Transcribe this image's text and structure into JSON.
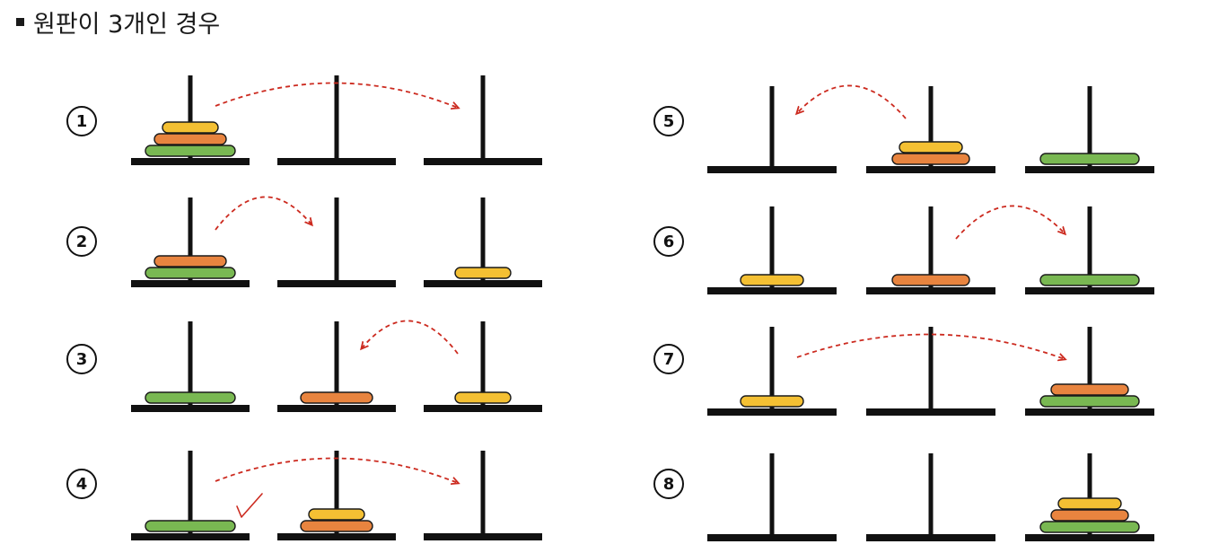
{
  "title": "원판이 3개인 경우",
  "colors": {
    "pole": "#111111",
    "arrow": "#cc2a1f",
    "check": "#cc2a1f",
    "disk_small": "#f4c033",
    "disk_medium": "#e8843f",
    "disk_large": "#79b852",
    "disk_stroke": "#1a1a1a"
  },
  "steps": [
    {
      "label": "1",
      "pegs": [
        [
          "large",
          "medium",
          "small"
        ],
        [],
        []
      ],
      "arrow_from": 0,
      "arrow_to": 2,
      "check": false
    },
    {
      "label": "2",
      "pegs": [
        [
          "large",
          "medium"
        ],
        [],
        [
          "small"
        ]
      ],
      "arrow_from": 0,
      "arrow_to": 1,
      "check": false
    },
    {
      "label": "3",
      "pegs": [
        [
          "large"
        ],
        [
          "medium"
        ],
        [
          "small"
        ]
      ],
      "arrow_from": 2,
      "arrow_to": 1,
      "check": false
    },
    {
      "label": "4",
      "pegs": [
        [
          "large"
        ],
        [
          "medium",
          "small"
        ],
        []
      ],
      "arrow_from": 0,
      "arrow_to": 2,
      "check": true
    },
    {
      "label": "5",
      "pegs": [
        [],
        [
          "medium",
          "small"
        ],
        [
          "large"
        ]
      ],
      "arrow_from": 1,
      "arrow_to": 0,
      "check": false
    },
    {
      "label": "6",
      "pegs": [
        [
          "small"
        ],
        [
          "medium"
        ],
        [
          "large"
        ]
      ],
      "arrow_from": 1,
      "arrow_to": 2,
      "check": false
    },
    {
      "label": "7",
      "pegs": [
        [
          "small"
        ],
        [],
        [
          "large",
          "medium"
        ]
      ],
      "arrow_from": 0,
      "arrow_to": 2,
      "check": false
    },
    {
      "label": "8",
      "pegs": [
        [],
        [],
        [
          "large",
          "medium",
          "small"
        ]
      ],
      "arrow_from": null,
      "arrow_to": null,
      "check": false
    }
  ]
}
